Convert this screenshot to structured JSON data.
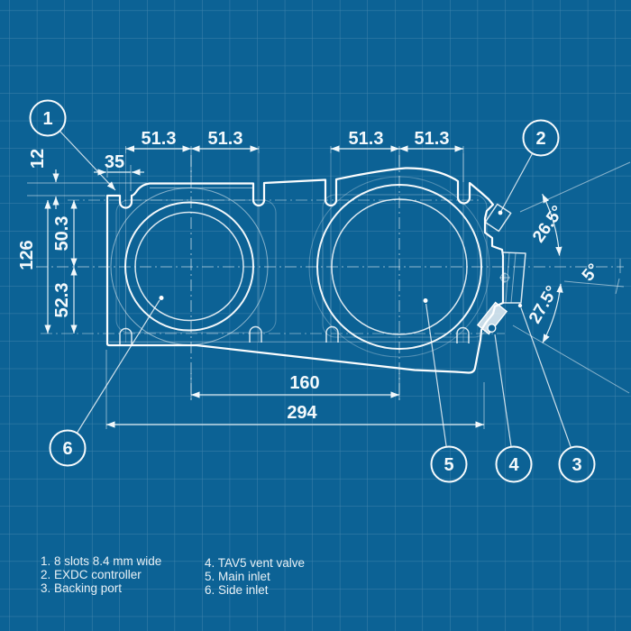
{
  "drawing": {
    "title_hint": "pump blueprint",
    "dims": {
      "top_chain": [
        "51.3",
        "51.3",
        "51.3",
        "51.3"
      ],
      "offset_35": "35",
      "depth_12": "12",
      "height_126": "126",
      "upper_50_3": "50.3",
      "lower_52_3": "52.3",
      "inlet_spacing_160": "160",
      "overall_294": "294",
      "angle_26_5": "26.5°",
      "angle_5": "5°",
      "angle_27_5": "27.5°"
    },
    "callouts": [
      "1",
      "2",
      "3",
      "4",
      "5",
      "6"
    ],
    "legend": {
      "col1": [
        "1. 8 slots 8.4 mm wide",
        "2. EXDC controller",
        "3. Backing port"
      ],
      "col2": [
        "4. TAV5 vent valve",
        "5. Main inlet",
        "6. Side inlet"
      ]
    },
    "colors": {
      "background": "#0c6295",
      "grid": "#4886ad",
      "line": "#ffffff",
      "text": "#f3f9fc"
    }
  }
}
